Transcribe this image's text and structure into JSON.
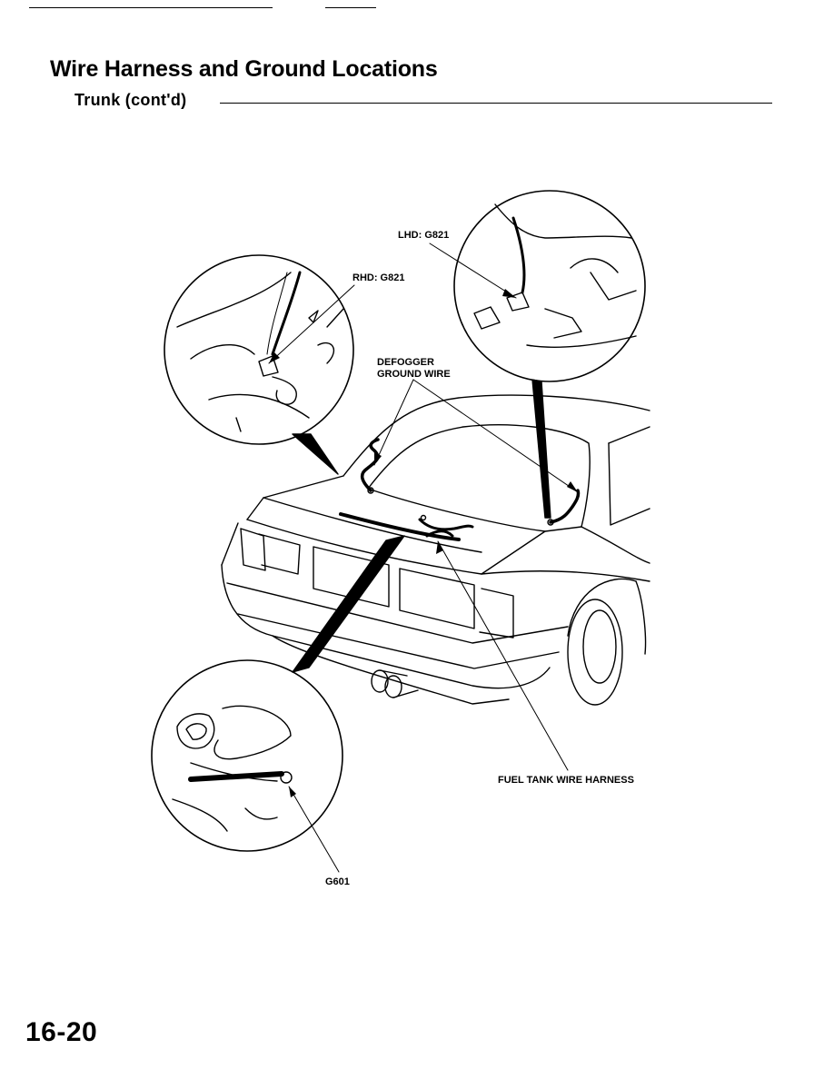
{
  "header": {
    "title": "Wire Harness and Ground Locations",
    "subtitle": "Trunk (cont'd)"
  },
  "callouts": {
    "lhd_ground": "LHD: G821",
    "rhd_ground": "RHD: G821",
    "defogger_line1": "DEFOGGER",
    "defogger_line2": "GROUND WIRE",
    "fuel_tank_harness": "FUEL TANK WIRE HARNESS",
    "g601": "G601"
  },
  "footer": {
    "page_number": "16-20"
  }
}
